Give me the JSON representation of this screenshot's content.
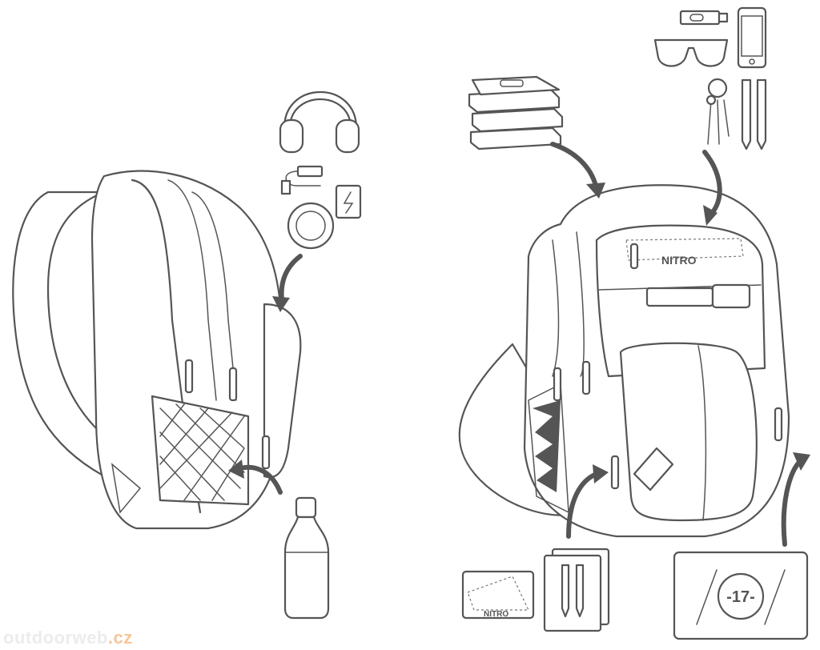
{
  "brand_front": "NITRO",
  "brand_wallet": "NITRO",
  "laptop_label": "-17-",
  "watermark": {
    "name": "outdoorweb",
    "tld": ".cz"
  },
  "colors": {
    "line": "#555555",
    "watermark": "#ececec",
    "watermark_accent": "#f5c69a"
  }
}
